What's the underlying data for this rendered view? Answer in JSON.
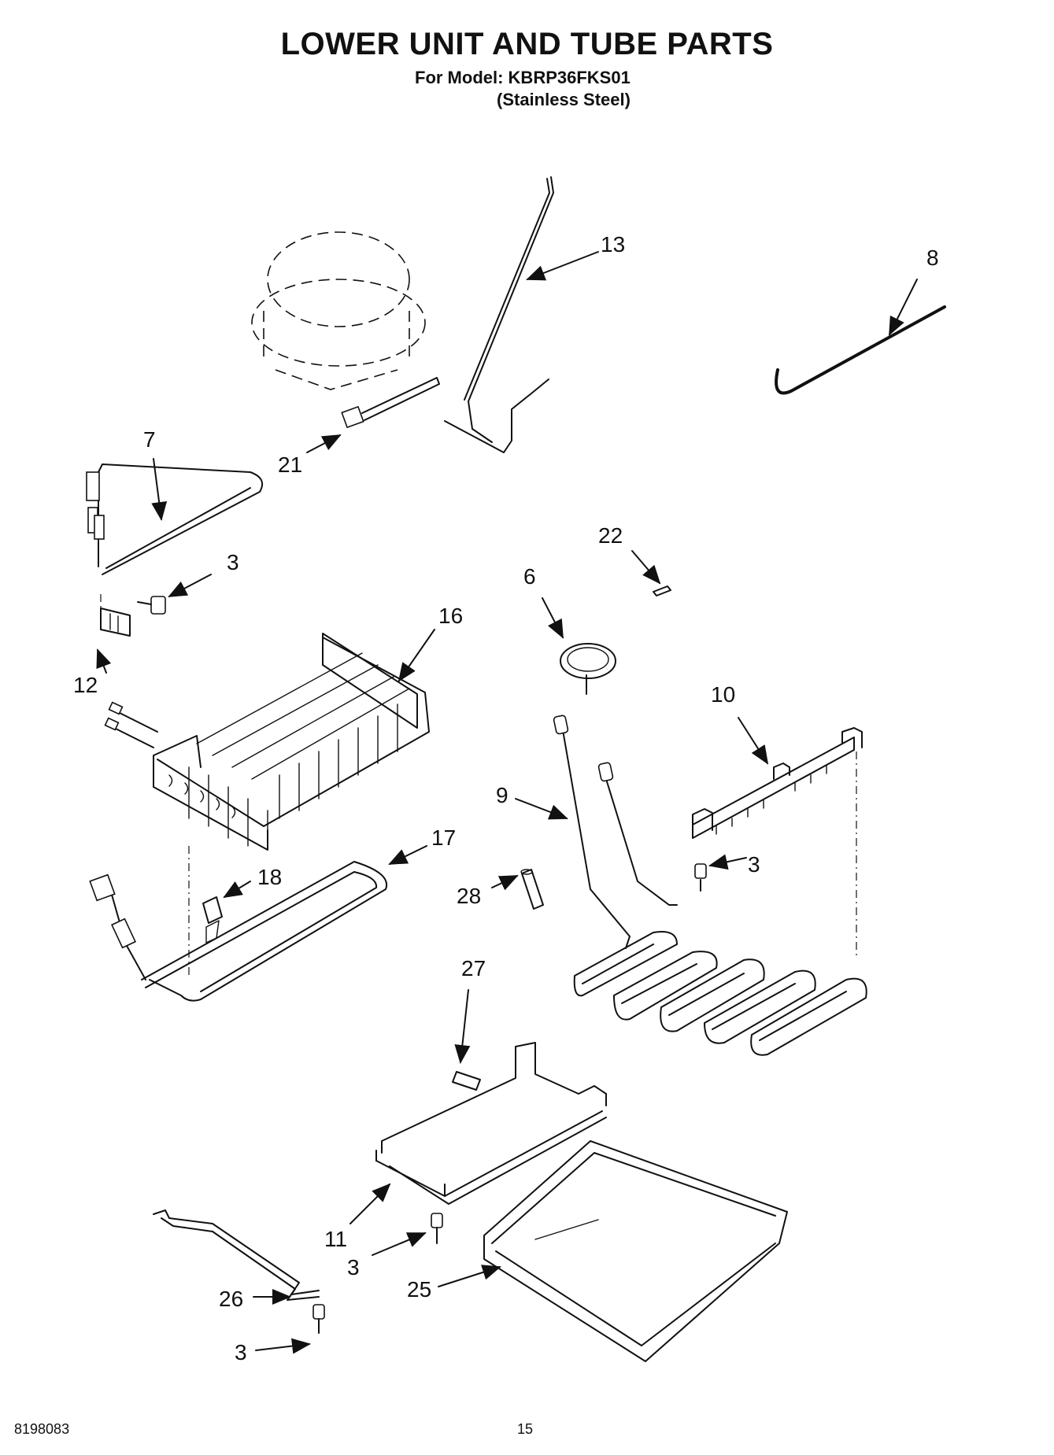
{
  "header": {
    "title": "LOWER UNIT AND TUBE PARTS",
    "model_line": "For Model: KBRP36FKS01",
    "finish_line": "(Stainless Steel)"
  },
  "callouts": {
    "c13": "13",
    "c8": "8",
    "c7": "7",
    "c21": "21",
    "c3a": "3",
    "c12": "12",
    "c16": "16",
    "c22": "22",
    "c6": "6",
    "c10": "10",
    "c9": "9",
    "c3b": "3",
    "c17": "17",
    "c18": "18",
    "c28": "28",
    "c27": "27",
    "c11": "11",
    "c3c": "3",
    "c26": "26",
    "c3d": "3",
    "c25": "25"
  },
  "footer": {
    "doc_number": "8198083",
    "page_number": "15"
  }
}
